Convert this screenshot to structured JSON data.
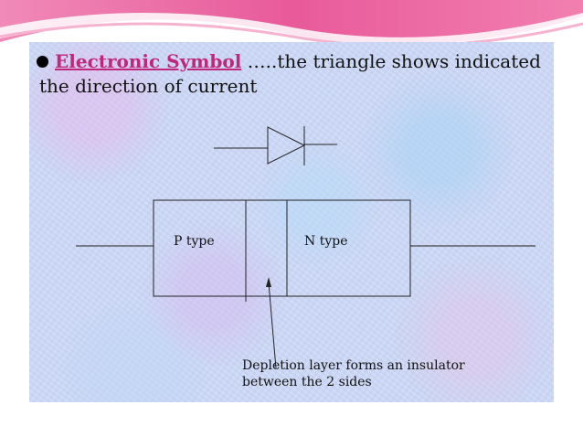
{
  "slide": {
    "heading_term": "Electronic Symbol",
    "heading_rest": " …..the triangle shows  indicated",
    "heading_line2": "the direction of current"
  },
  "diagram": {
    "p_label": "P type",
    "n_label": "N type",
    "annotation_line1": "Depletion layer forms an insulator",
    "annotation_line2": "between the 2 sides"
  },
  "colors": {
    "accent": "#c0267a",
    "header_pink": "#e85a9a",
    "panel": "#c9d7f3"
  }
}
